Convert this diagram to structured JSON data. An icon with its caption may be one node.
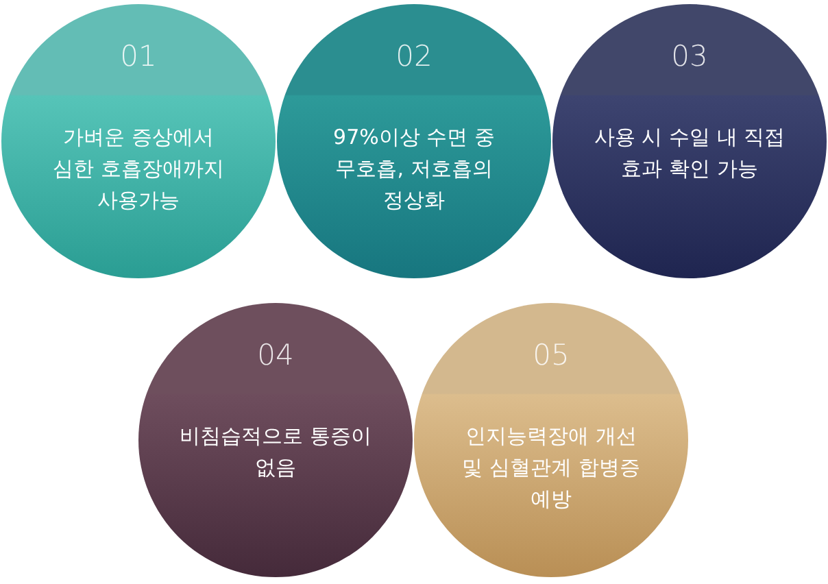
{
  "diagram": {
    "nodes": [
      {
        "text": [
          "01",
          "가벼운 증상에서 심한 호흡장애까지 사용가능"
        ]
      },
      {
        "text": [
          "02",
          "97%이상 수면 중 무호흡, 저호흡의 정상화"
        ]
      },
      {
        "text": [
          "03",
          "사용 시 수일 내 직접 효과 확인 가능"
        ]
      },
      {
        "text": [
          "04",
          "비침습적으로 통증이 없음"
        ]
      },
      {
        "text": [
          "05",
          "인지능력장애 개선 및 심혈관계 합병증 예방"
        ]
      }
    ]
  }
}
